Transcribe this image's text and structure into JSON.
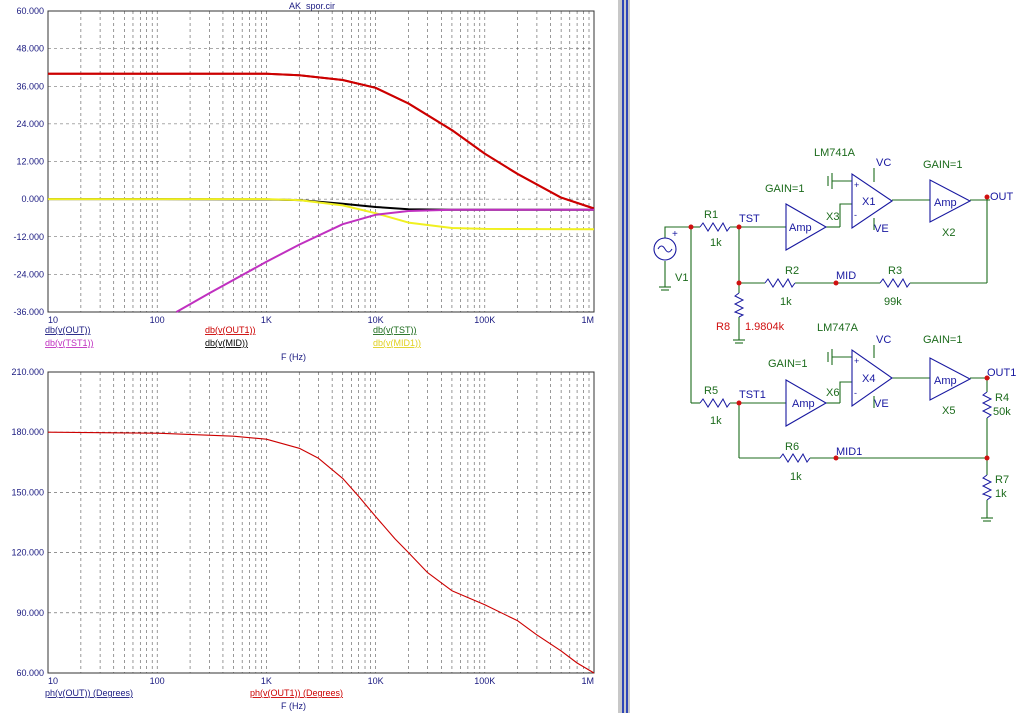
{
  "window": {
    "title": "AK_spor.cir"
  },
  "colors": {
    "red": "#cc0000",
    "black": "#000000",
    "magenta": "#c030c0",
    "yellow": "#f0f020",
    "navy": "#1a1a80",
    "schem_green": "#1c6b1c",
    "schem_blue": "#1818a0",
    "schem_red": "#d01010"
  },
  "plots": [
    {
      "id": "magnitude",
      "y_ticks": [
        "60.000",
        "48.000",
        "36.000",
        "24.000",
        "12.000",
        "0.000",
        "-12.000",
        "-24.000",
        "-36.000"
      ],
      "x_ticks": [
        "10",
        "100",
        "1K",
        "10K",
        "100K",
        "1M"
      ],
      "x_label": "F (Hz)",
      "legend": [
        {
          "text": "db(v(OUT))",
          "color": "#1a1a80"
        },
        {
          "text": "db(v(OUT1))",
          "color": "#cc0000"
        },
        {
          "text": "db(v(TST))",
          "color": "#1c6b1c"
        },
        {
          "text": "db(v(TST1))",
          "color": "#c030c0"
        },
        {
          "text": "db(v(MID))",
          "color": "#000000"
        },
        {
          "text": "db(v(MID1))",
          "color": "#e0d020"
        }
      ]
    },
    {
      "id": "phase",
      "y_ticks": [
        "210.000",
        "180.000",
        "150.000",
        "120.000",
        "90.000",
        "60.000"
      ],
      "x_ticks": [
        "10",
        "100",
        "1K",
        "10K",
        "100K",
        "1M"
      ],
      "x_label": "F (Hz)",
      "legend": [
        {
          "text": "ph(v(OUT)) (Degrees)",
          "color": "#1a1a80"
        },
        {
          "text": "ph(v(OUT1)) (Degrees)",
          "color": "#cc0000"
        }
      ]
    }
  ],
  "chart_data": [
    {
      "type": "line",
      "xscale": "log",
      "xlim": [
        10,
        1000000
      ],
      "ylim": [
        -36,
        60
      ],
      "xlabel": "F (Hz)",
      "grid": true,
      "legend_position": "bottom",
      "series": [
        {
          "name": "db(v(OUT))",
          "color": "#cc0000",
          "x": [
            10,
            100,
            1000,
            2000,
            5000,
            10000,
            20000,
            50000,
            100000,
            200000,
            500000,
            1000000
          ],
          "y": [
            40,
            40,
            40,
            39.5,
            38,
            35.5,
            30.5,
            22,
            14.5,
            8,
            0.5,
            -3
          ]
        },
        {
          "name": "db(v(OUT1))",
          "color": "#cc0000",
          "x": [
            10,
            100,
            1000,
            2000,
            5000,
            10000,
            20000,
            50000,
            100000,
            200000,
            500000,
            1000000
          ],
          "y": [
            40,
            40,
            40,
            39.5,
            38,
            35.5,
            30.5,
            22,
            14.5,
            8,
            0.5,
            -3
          ]
        },
        {
          "name": "db(v(MID))",
          "color": "#000000",
          "x": [
            10,
            100,
            1000,
            2000,
            5000,
            10000,
            20000,
            50000,
            100000,
            1000000
          ],
          "y": [
            0,
            0,
            -0.1,
            -0.3,
            -1.5,
            -2.5,
            -3.2,
            -3.4,
            -3.4,
            -3.4
          ]
        },
        {
          "name": "db(v(MID1))",
          "color": "#f0f020",
          "x": [
            10,
            100,
            1000,
            2000,
            5000,
            10000,
            20000,
            50000,
            100000,
            1000000
          ],
          "y": [
            0,
            0,
            0,
            -0.3,
            -2,
            -4.5,
            -7.5,
            -9.2,
            -9.5,
            -9.6
          ]
        },
        {
          "name": "db(v(TST1))",
          "color": "#c030c0",
          "x": [
            150,
            300,
            1000,
            2000,
            5000,
            10000,
            20000,
            50000,
            100000,
            1000000
          ],
          "y": [
            -36,
            -30,
            -20,
            -14.5,
            -8,
            -5,
            -3.8,
            -3.4,
            -3.4,
            -3.4
          ]
        }
      ]
    },
    {
      "type": "line",
      "xscale": "log",
      "xlim": [
        10,
        1000000
      ],
      "ylim": [
        60,
        210
      ],
      "xlabel": "F (Hz)",
      "grid": true,
      "legend_position": "bottom",
      "series": [
        {
          "name": "ph(v(OUT1)) (Degrees)",
          "color": "#cc0000",
          "x": [
            10,
            100,
            500,
            1000,
            2000,
            3000,
            5000,
            7000,
            10000,
            15000,
            20000,
            30000,
            50000,
            100000,
            200000,
            300000,
            500000,
            700000,
            1000000
          ],
          "y": [
            180,
            179.5,
            178,
            176.5,
            172,
            167,
            157,
            148,
            138,
            127,
            120,
            110,
            101,
            94,
            86,
            79,
            71,
            65,
            60
          ]
        }
      ]
    }
  ],
  "schematic": {
    "labels": {
      "lm741": "LM741A",
      "lm747": "LM747A",
      "gain_x3": "GAIN=1",
      "gain_x2": "GAIN=1",
      "gain_x6": "GAIN=1",
      "gain_x5": "GAIN=1",
      "amp": "Amp",
      "x1": "X1",
      "x2": "X2",
      "x3": "X3",
      "x4": "X4",
      "x5": "X5",
      "x6": "X6",
      "vc": "VC",
      "ve": "VE",
      "out": "OUT",
      "out1": "OUT1",
      "tst": "TST",
      "tst1": "TST1",
      "mid": "MID",
      "mid1": "MID1",
      "v1": "V1",
      "r1": "R1",
      "r1v": "1k",
      "r2": "R2",
      "r2v": "1k",
      "r3": "R3",
      "r3v": "99k",
      "r4": "R4",
      "r4v": "50k",
      "r5": "R5",
      "r5v": "1k",
      "r6": "R6",
      "r6v": "1k",
      "r7": "R7",
      "r7v": "1k",
      "r8": "R8",
      "r8v": "1.9804k"
    }
  }
}
